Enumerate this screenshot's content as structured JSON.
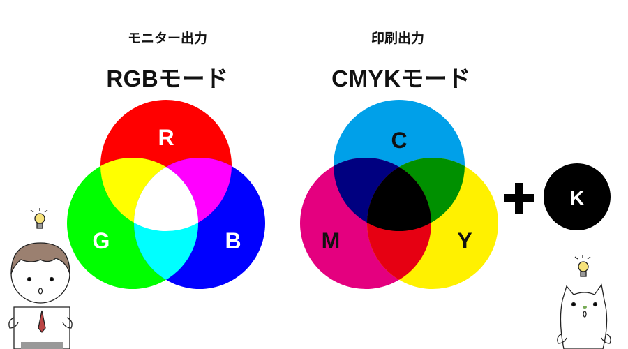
{
  "rgb_section": {
    "subtitle": "モニター出力",
    "title": "RGBモード",
    "labels": {
      "r": "R",
      "g": "G",
      "b": "B"
    },
    "colors": {
      "r": "#ff0000",
      "g": "#00ff00",
      "b": "#0000ff",
      "rg": "#ffff00",
      "rb": "#ff00ff",
      "gb": "#00ffff",
      "rgb": "#ffffff"
    }
  },
  "cmyk_section": {
    "subtitle": "印刷出力",
    "title": "CMYKモード",
    "labels": {
      "c": "C",
      "m": "M",
      "y": "Y",
      "k": "K"
    },
    "plus": "+",
    "colors": {
      "c": "#00a0e9",
      "m": "#e4007f",
      "y": "#fff100",
      "cm": "#000080",
      "cy": "#009000",
      "my": "#e60012",
      "cmy": "#000000",
      "k": "#000000"
    }
  },
  "characters": {
    "boy": "boy-with-lightbulb",
    "cat": "cat-with-lightbulb"
  }
}
